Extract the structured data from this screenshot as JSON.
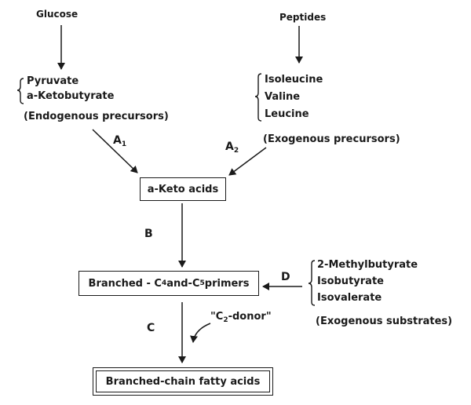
{
  "sources": {
    "glucose": "Glucose",
    "peptides": "Peptides"
  },
  "endogenous": {
    "items": [
      "Pyruvate",
      "a-Ketobutyrate"
    ],
    "caption": "(Endogenous precursors)"
  },
  "exogenous": {
    "items": [
      "Isoleucine",
      "Valine",
      "Leucine"
    ],
    "caption": "(Exogenous precursors)"
  },
  "steps": {
    "a1": {
      "letter": "A",
      "sub": "1"
    },
    "a2": {
      "letter": "A",
      "sub": "2"
    },
    "b": "B",
    "c": "C",
    "d": "D"
  },
  "keto_box": "a-Keto acids",
  "primers_box": {
    "part1": "Branched - C",
    "sub1": "4",
    "part2": " and-C",
    "sub2": "5",
    "part3": " primers"
  },
  "fatty_box": "Branched-chain fatty acids",
  "c2_donor": {
    "part1": "\"C",
    "sub": "2",
    "part2": "-donor\""
  },
  "substrates": {
    "items": [
      "2-Methylbutyrate",
      "Isobutyrate",
      "Isovalerate"
    ],
    "caption": "(Exogenous substrates)"
  }
}
